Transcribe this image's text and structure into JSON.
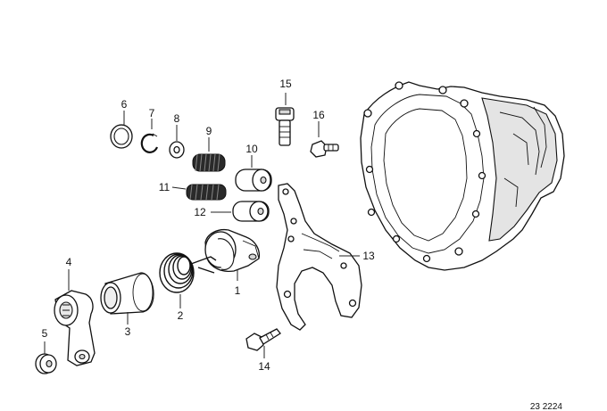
{
  "diagram": {
    "reference": "23 2224",
    "callouts": [
      {
        "id": "1",
        "part": "shift-lever-bushing"
      },
      {
        "id": "2",
        "part": "torsion-spring"
      },
      {
        "id": "3",
        "part": "bushing-sleeve"
      },
      {
        "id": "4",
        "part": "selector-arm"
      },
      {
        "id": "5",
        "part": "washer"
      },
      {
        "id": "6",
        "part": "sealing-ring"
      },
      {
        "id": "7",
        "part": "circlip"
      },
      {
        "id": "8",
        "part": "washer-small"
      },
      {
        "id": "9",
        "part": "compression-spring"
      },
      {
        "id": "10",
        "part": "thrust-piece"
      },
      {
        "id": "11",
        "part": "compression-spring-small"
      },
      {
        "id": "12",
        "part": "thrust-piece-small"
      },
      {
        "id": "13",
        "part": "bracket-plate"
      },
      {
        "id": "14",
        "part": "hex-bolt"
      },
      {
        "id": "15",
        "part": "socket-head-screw"
      },
      {
        "id": "16",
        "part": "hex-bolt-small"
      }
    ]
  }
}
